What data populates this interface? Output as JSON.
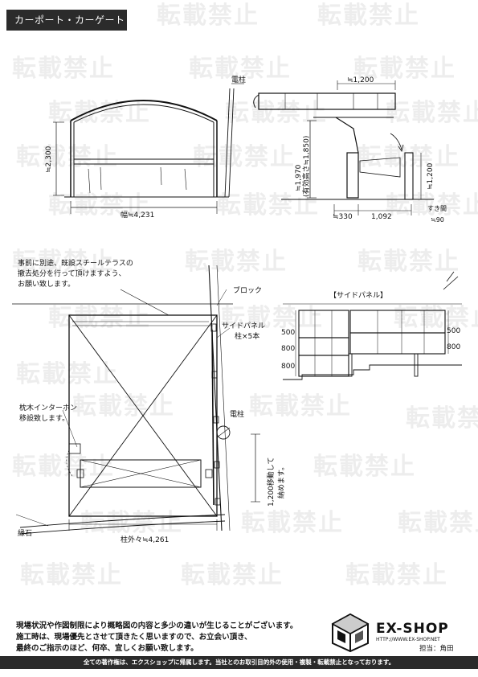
{
  "header": {
    "title": "カーポート・カーゲート"
  },
  "watermark": {
    "text": "転載禁止"
  },
  "elevation": {
    "post_label": "電柱",
    "height_label": "≒2,300",
    "width_label": "幅≒4,231"
  },
  "section": {
    "top_label": "≒1,200",
    "height_label": "≒1,970",
    "effective_label": "(有効高さ≒1,850)",
    "panel_height_label": "≒1,200",
    "left_label": "≒330",
    "depth_label": "1,092",
    "gap_label": "すき間",
    "gap_value": "≒90"
  },
  "plan": {
    "removal_note": [
      "事前に別途、既設スチールテラスの",
      "撤去処分を行って頂けますよう、",
      "お願い致します。"
    ],
    "block_label": "ブロック",
    "side_panel_note": [
      "サイドパネル",
      "柱×5本"
    ],
    "interphone_note": [
      "枕木インターホン",
      "移設致します。"
    ],
    "post_label": "電柱",
    "move_note": [
      "1,200移動して",
      "納めます。"
    ],
    "curb_label": "縁石",
    "width_label": "柱外々≒4,261"
  },
  "side_panel": {
    "title": "【サイドパネル】",
    "left_dims": [
      "500",
      "800",
      "800"
    ],
    "right_dims": [
      "500",
      "800"
    ]
  },
  "footer": {
    "notes": [
      "現場状況や作図制限により概略図の内容と多少の違いが生じることがございます。",
      "施工時は、現場優先とさせて頂きたく思いますので、お立会い頂き、",
      "最終のご指示のほど、何卒、宜しくお願い致します。"
    ],
    "logo": "EX-SHOP",
    "url": "HTTP://WWW.EX-SHOP.NET",
    "charge": "担当：角田",
    "copyright": "全ての著作権は、エクスショップに帰属します。当社とのお取引目的外の使用・複製・転載禁止となっております。"
  }
}
